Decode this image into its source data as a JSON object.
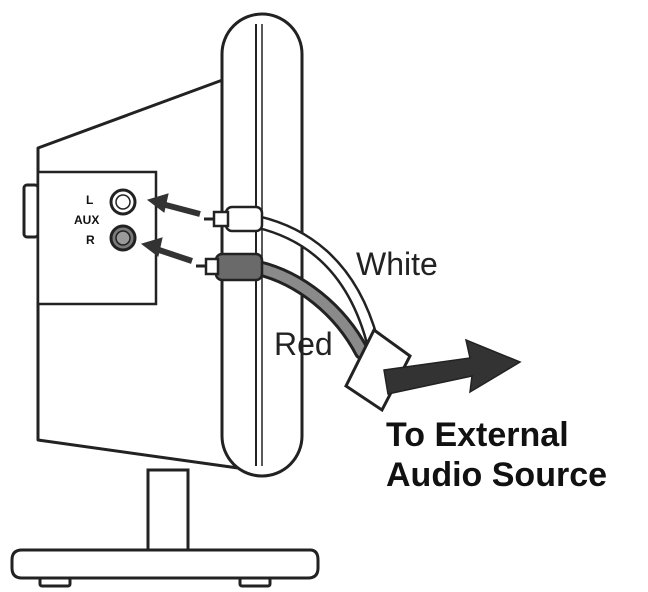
{
  "jack_panel": {
    "left_label": "L",
    "aux_label": "AUX",
    "right_label": "R"
  },
  "cables": {
    "white_label": "White",
    "red_label": "Red"
  },
  "destination": {
    "line1": "To External",
    "line2": "Audio Source"
  },
  "colors": {
    "line": "#222222",
    "red_plug": "#6a6a6a",
    "jack_r_fill": "#8a8a8a"
  }
}
